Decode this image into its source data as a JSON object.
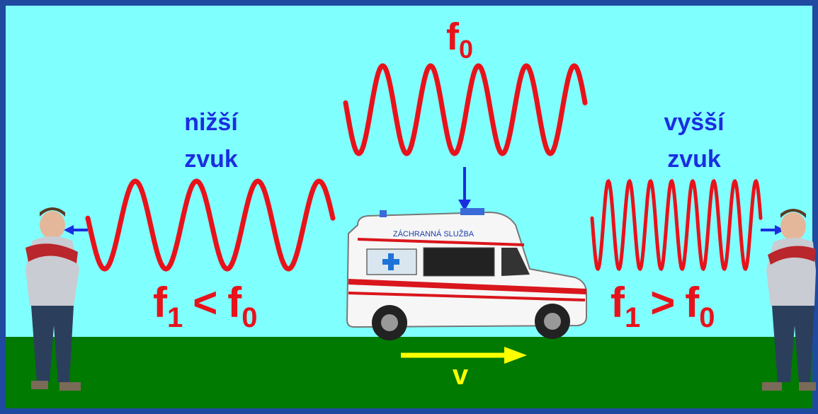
{
  "diagram": {
    "source_wave_label": "f",
    "source_wave_sub": "0",
    "left_caption_line1": "nižší",
    "left_caption_line2": "zvuk",
    "right_caption_line1": "vyšší",
    "right_caption_line2": "zvuk",
    "left_formula": {
      "f": "f",
      "sub1": "1",
      "op": "<",
      "f2": "f",
      "sub2": "0"
    },
    "right_formula": {
      "f": "f",
      "sub1": "1",
      "op": ">",
      "f2": "f",
      "sub2": "0"
    },
    "velocity_label": "v",
    "ambulance_text": "ZÁCHRANNÁ SLUŽBA"
  },
  "colors": {
    "border": "#1f4aa0",
    "sky": "#80ffff",
    "ground": "#007a00",
    "wave": "#e8121b",
    "caption": "#1a2ee0",
    "arrow_blue": "#1a2ee0",
    "velocity": "#ffff00",
    "formula": "#e8121b"
  },
  "icons": [
    "ambulance-icon",
    "person-left-icon",
    "person-right-icon",
    "ear-arrow-icon",
    "velocity-arrow-icon"
  ]
}
